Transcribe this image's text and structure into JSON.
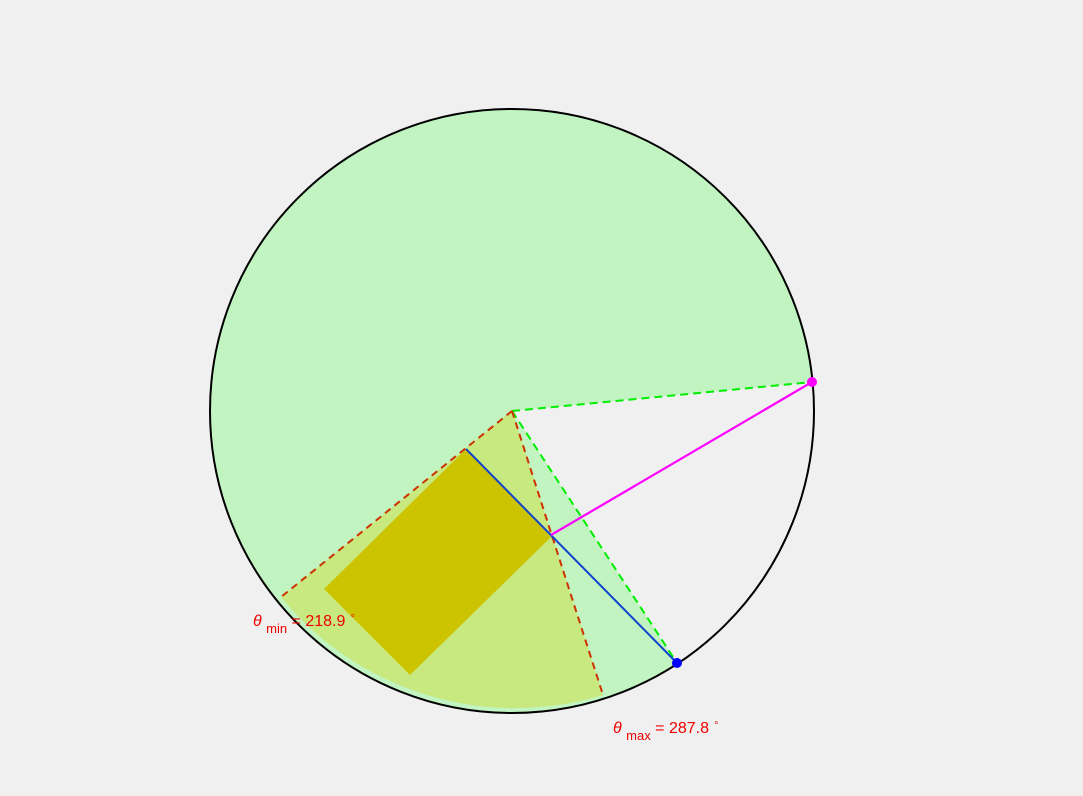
{
  "labels": {
    "theta_min": {
      "symbol": "θ",
      "sub": "min",
      "text": " = 218.9",
      "deg": "∘"
    },
    "theta_max": {
      "symbol": "θ",
      "sub": "max",
      "text": " = 287.8",
      "deg": "∘"
    }
  },
  "angles_deg": {
    "theta_min": 218.9,
    "theta_max": 287.8
  },
  "colors": {
    "disk_fill": "#c2f4c2",
    "outline": "#000000",
    "band_fill": "#c8e880",
    "rect_fill": "#ccc400",
    "green_dash": "#00ee00",
    "red_dash": "#cc3300",
    "magenta": "#ff00ff",
    "blue": "#1144cc",
    "blue_point": "#0000ff",
    "label": "#ee0000"
  }
}
